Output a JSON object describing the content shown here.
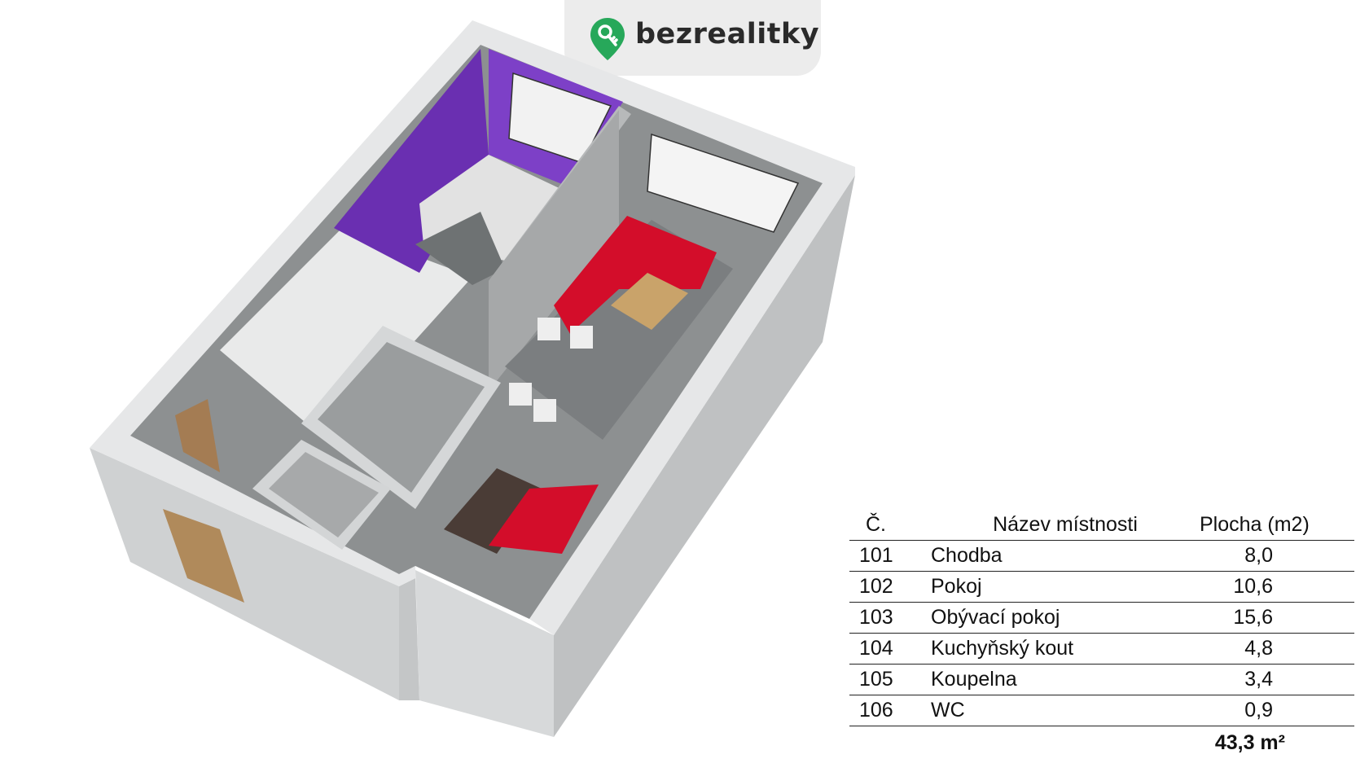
{
  "brand": {
    "name": "bezrealitky",
    "icon": "key-pin-icon",
    "accent": "#27a85a"
  },
  "table": {
    "headers": {
      "num": "Č.",
      "name": "Název místnosti",
      "area": "Plocha (m2)"
    },
    "rows": [
      {
        "num": "101",
        "name": "Chodba",
        "area": "8,0"
      },
      {
        "num": "102",
        "name": "Pokoj",
        "area": "10,6"
      },
      {
        "num": "103",
        "name": "Obývací pokoj",
        "area": "15,6"
      },
      {
        "num": "104",
        "name": "Kuchyňský kout",
        "area": "4,8"
      },
      {
        "num": "105",
        "name": "Koupelna",
        "area": "3,4"
      },
      {
        "num": "106",
        "name": "WC",
        "area": "0,9"
      }
    ],
    "total": "43,3 m²"
  },
  "plan_colors": {
    "wall": "#d8dadb",
    "purple": "#6a2fb1",
    "sofa": "#d30d2a",
    "floor": "#6f7274",
    "door": "#b08a5b"
  }
}
